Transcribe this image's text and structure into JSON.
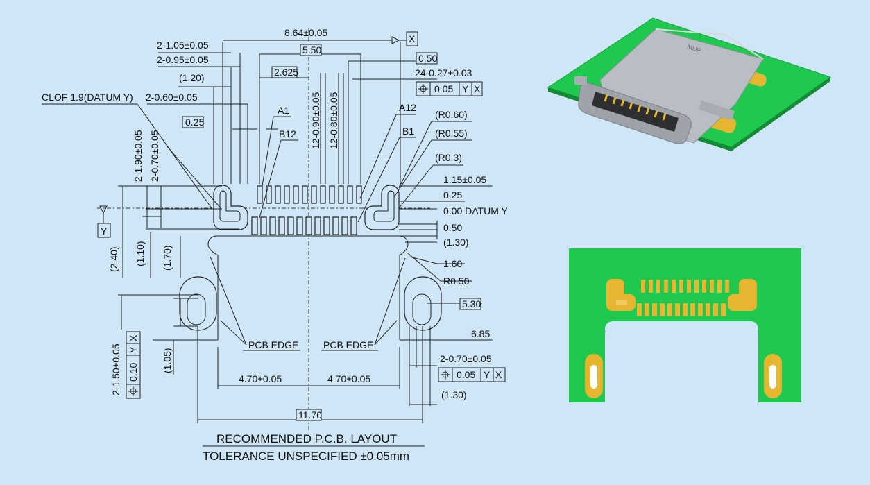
{
  "title_line1": "RECOMMENDED  P.C.B. LAYOUT",
  "title_line2": "TOLERANCE UNSPECIFIED  ±0.05mm",
  "dims": {
    "w864": "8.64±0.05",
    "d105": "2-1.05±0.05",
    "d095": "2-0.95±0.05",
    "b550": "5.50",
    "b050": "0.50",
    "d120": "(1.20)",
    "b2625": "2.625",
    "d027": "24-0.27±0.03",
    "clof": "CLOF 1.9(DATUM Y)",
    "d060": "2-0.60±0.05",
    "b025": "0.25",
    "a1": "A1",
    "a12": "A12",
    "b12": "B12",
    "b1": "B1",
    "r060": "(R0.60)",
    "r055": "(R0.55)",
    "r03": "(R0.3)",
    "v1290": "12-0.90±0.05",
    "v1280": "12-0.80±0.05",
    "v190": "2-1.90±0.05",
    "v070": "2-0.70±0.05",
    "r115": "1.15±0.05",
    "r025": "0.25",
    "datum": "0.00 DATUM Y",
    "r050": "0.50",
    "r130": "(1.30)",
    "r160": "1.60",
    "rr050": "R0.50",
    "b530": "5.30",
    "r685": "6.85",
    "v240": "(2.40)",
    "v110": "(1.10)",
    "v170": "(1.70)",
    "v105": "(1.05)",
    "v150": "2-1.50±0.05",
    "pcb_left": "PCB EDGE",
    "pcb_right": "PCB EDGE",
    "h470a": "4.70±0.05",
    "h470b": "4.70±0.05",
    "d070b": "2-0.70±0.05",
    "d130b": "(1.30)",
    "b1170": "11.70",
    "datum_x": "X",
    "datum_y": "Y",
    "fcf_top": [
      "0.05",
      "Y",
      "X"
    ],
    "fcf_right": [
      "0.05",
      "Y",
      "X"
    ],
    "fcf_left": [
      "0.10",
      "Y",
      "X"
    ]
  },
  "colors": {
    "background": "#cfe6f6",
    "pcb_green": "#1fc94f",
    "pad_gold": "#e6b631",
    "metal": "#b9bec4"
  },
  "icons": {
    "position_tolerance": "position-symbol",
    "datum_flag": "datum-triangle-icon"
  }
}
